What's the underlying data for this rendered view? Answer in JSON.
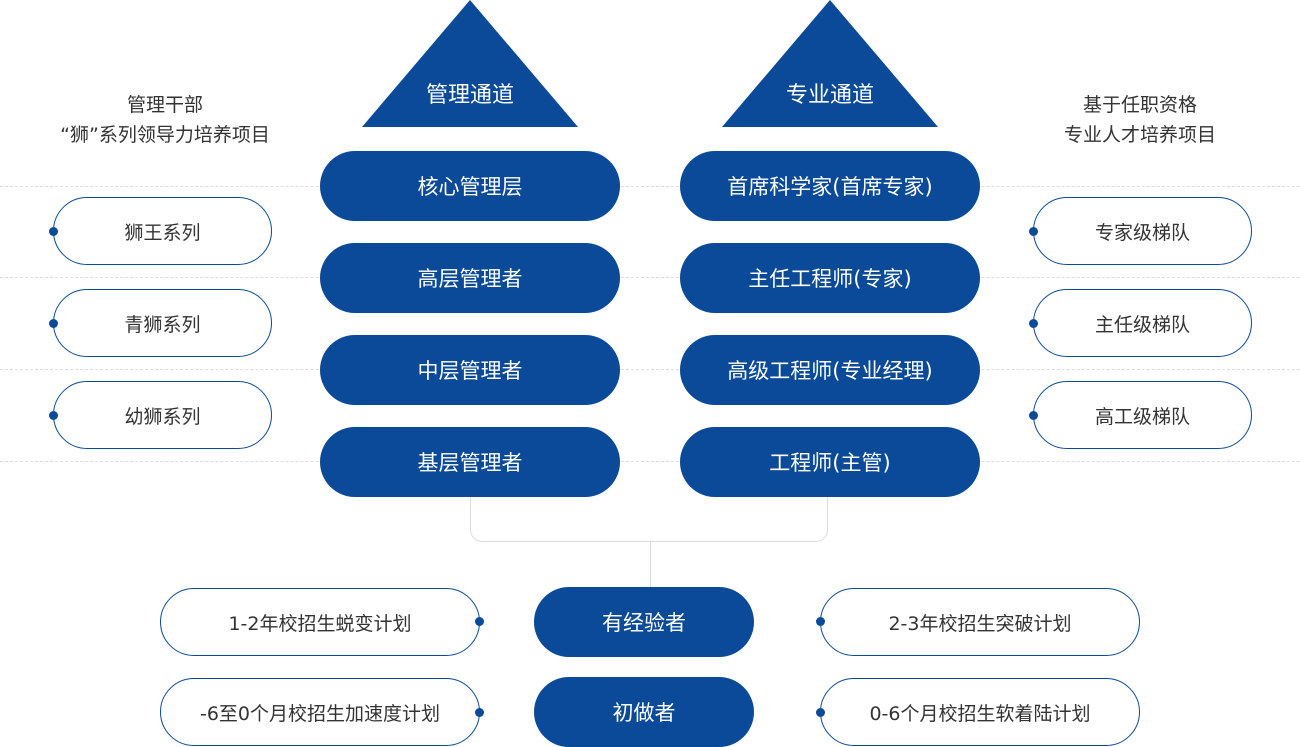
{
  "headers": {
    "left_line1": "管理干部",
    "left_line2": "“狮”系列领导力培养项目",
    "right_line1": "基于任职资格",
    "right_line2": "专业人才培养项目"
  },
  "channels": {
    "management": "管理通道",
    "professional": "专业通道"
  },
  "management_levels": [
    "核心管理层",
    "高层管理者",
    "中层管理者",
    "基层管理者"
  ],
  "professional_levels": [
    "首席科学家(首席专家)",
    "主任工程师(专家)",
    "高级工程师(专业经理)",
    "工程师(主管)"
  ],
  "lion_series": [
    "狮王系列",
    "青狮系列",
    "幼狮系列"
  ],
  "echelons": [
    "专家级梯队",
    "主任级梯队",
    "高工级梯队"
  ],
  "entry": {
    "experienced": "有经验者",
    "beginner": "初做者",
    "left_top": "1-2年校招生蜕变计划",
    "left_bottom": "-6至0个月校招生加速度计划",
    "right_top": "2-3年校招生突破计划",
    "right_bottom": "0-6个月校招生软着陆计划"
  },
  "colors": {
    "accent": "#0a4a98",
    "outline": "#0a4a98",
    "divider": "#d9dde3"
  }
}
